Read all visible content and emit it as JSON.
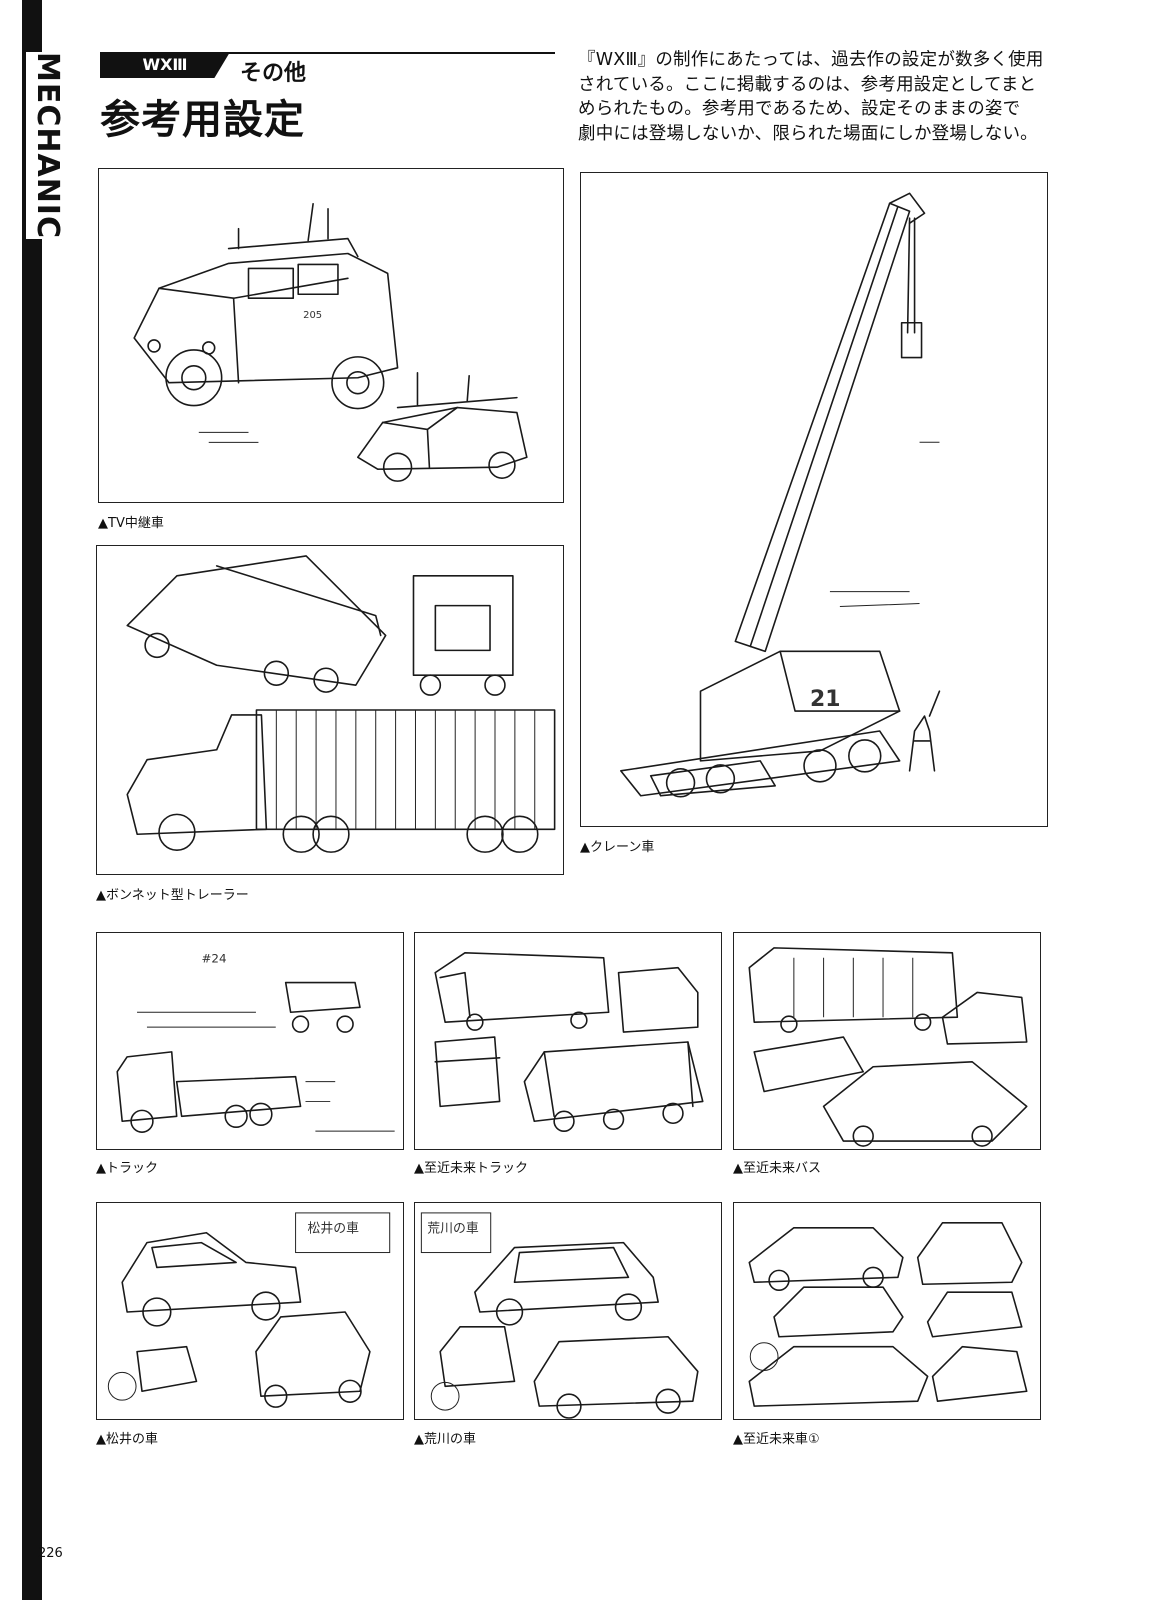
{
  "side_label": "MECHANIC",
  "header": {
    "series_tab": "WXⅢ",
    "category": "その他",
    "title": "参考用設定"
  },
  "intro_lines": [
    "『WXⅢ』の制作にあたっては、過去作の設定が数多く使用",
    "されている。ここに掲載するのは、参考用設定としてまと",
    "められたもの。参考用であるため、設定そのままの姿で",
    "劇中には登場しないか、限られた場面にしか登場しない。"
  ],
  "figures": [
    {
      "id": "tv",
      "caption": "▲TV中継車"
    },
    {
      "id": "crane",
      "caption": "▲クレーン車"
    },
    {
      "id": "trailer",
      "caption": "▲ボンネット型トレーラー"
    },
    {
      "id": "truck",
      "caption": "▲トラック"
    },
    {
      "id": "future-truck",
      "caption": "▲至近未来トラック"
    },
    {
      "id": "future-bus",
      "caption": "▲至近未来バス"
    },
    {
      "id": "matsui-car",
      "caption": "▲松井の車"
    },
    {
      "id": "arakawa-car",
      "caption": "▲荒川の車"
    },
    {
      "id": "future-car-1",
      "caption": "▲至近未来車①"
    }
  ],
  "sketch_notes": {
    "truck_number": "#24",
    "crane_number": "21",
    "tv_number": "205",
    "matsui_note": "松井の車",
    "arakawa_note": "荒川の車"
  },
  "page_number": "226"
}
